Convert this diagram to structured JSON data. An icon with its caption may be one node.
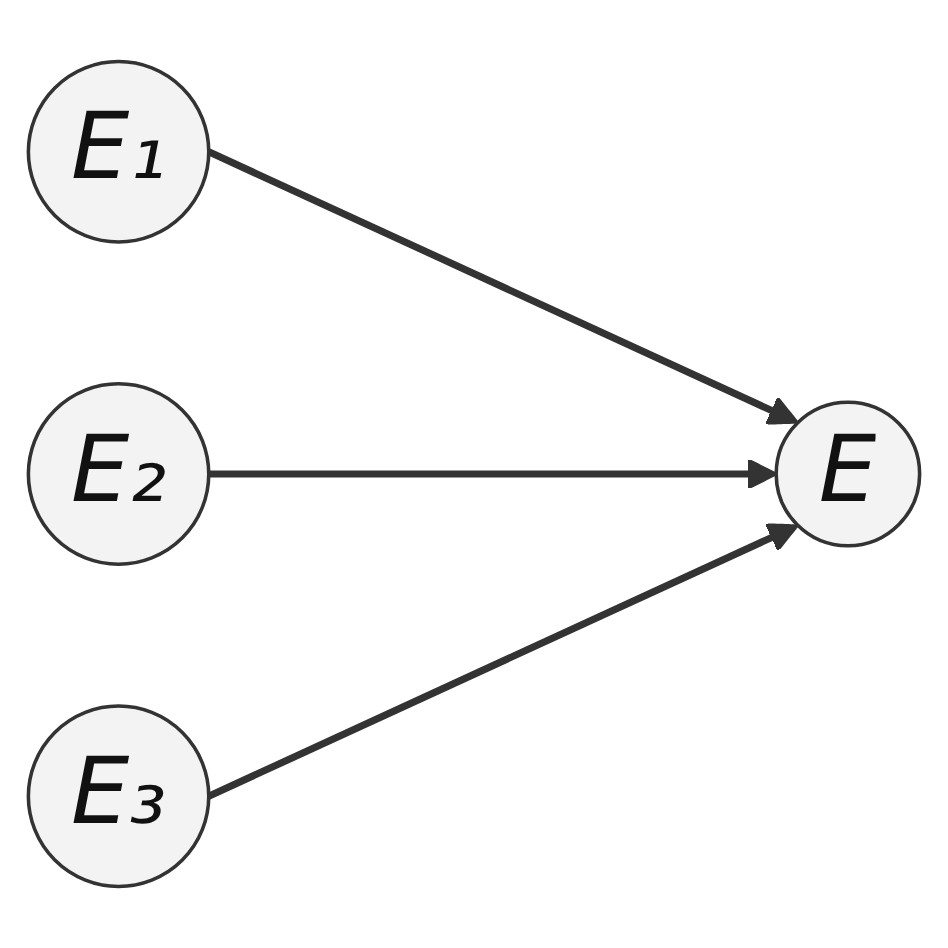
{
  "diagram": {
    "nodes": [
      {
        "text": [
          "E₁"
        ]
      },
      {
        "text": [
          "E₂"
        ]
      },
      {
        "text": [
          "E₃"
        ]
      },
      {
        "text": [
          "E"
        ]
      }
    ],
    "edges": [
      {
        "from": 0,
        "to": 3,
        "arrow": "to"
      },
      {
        "from": 1,
        "to": 3,
        "arrow": "to"
      },
      {
        "from": 2,
        "to": 3,
        "arrow": "to"
      }
    ]
  }
}
